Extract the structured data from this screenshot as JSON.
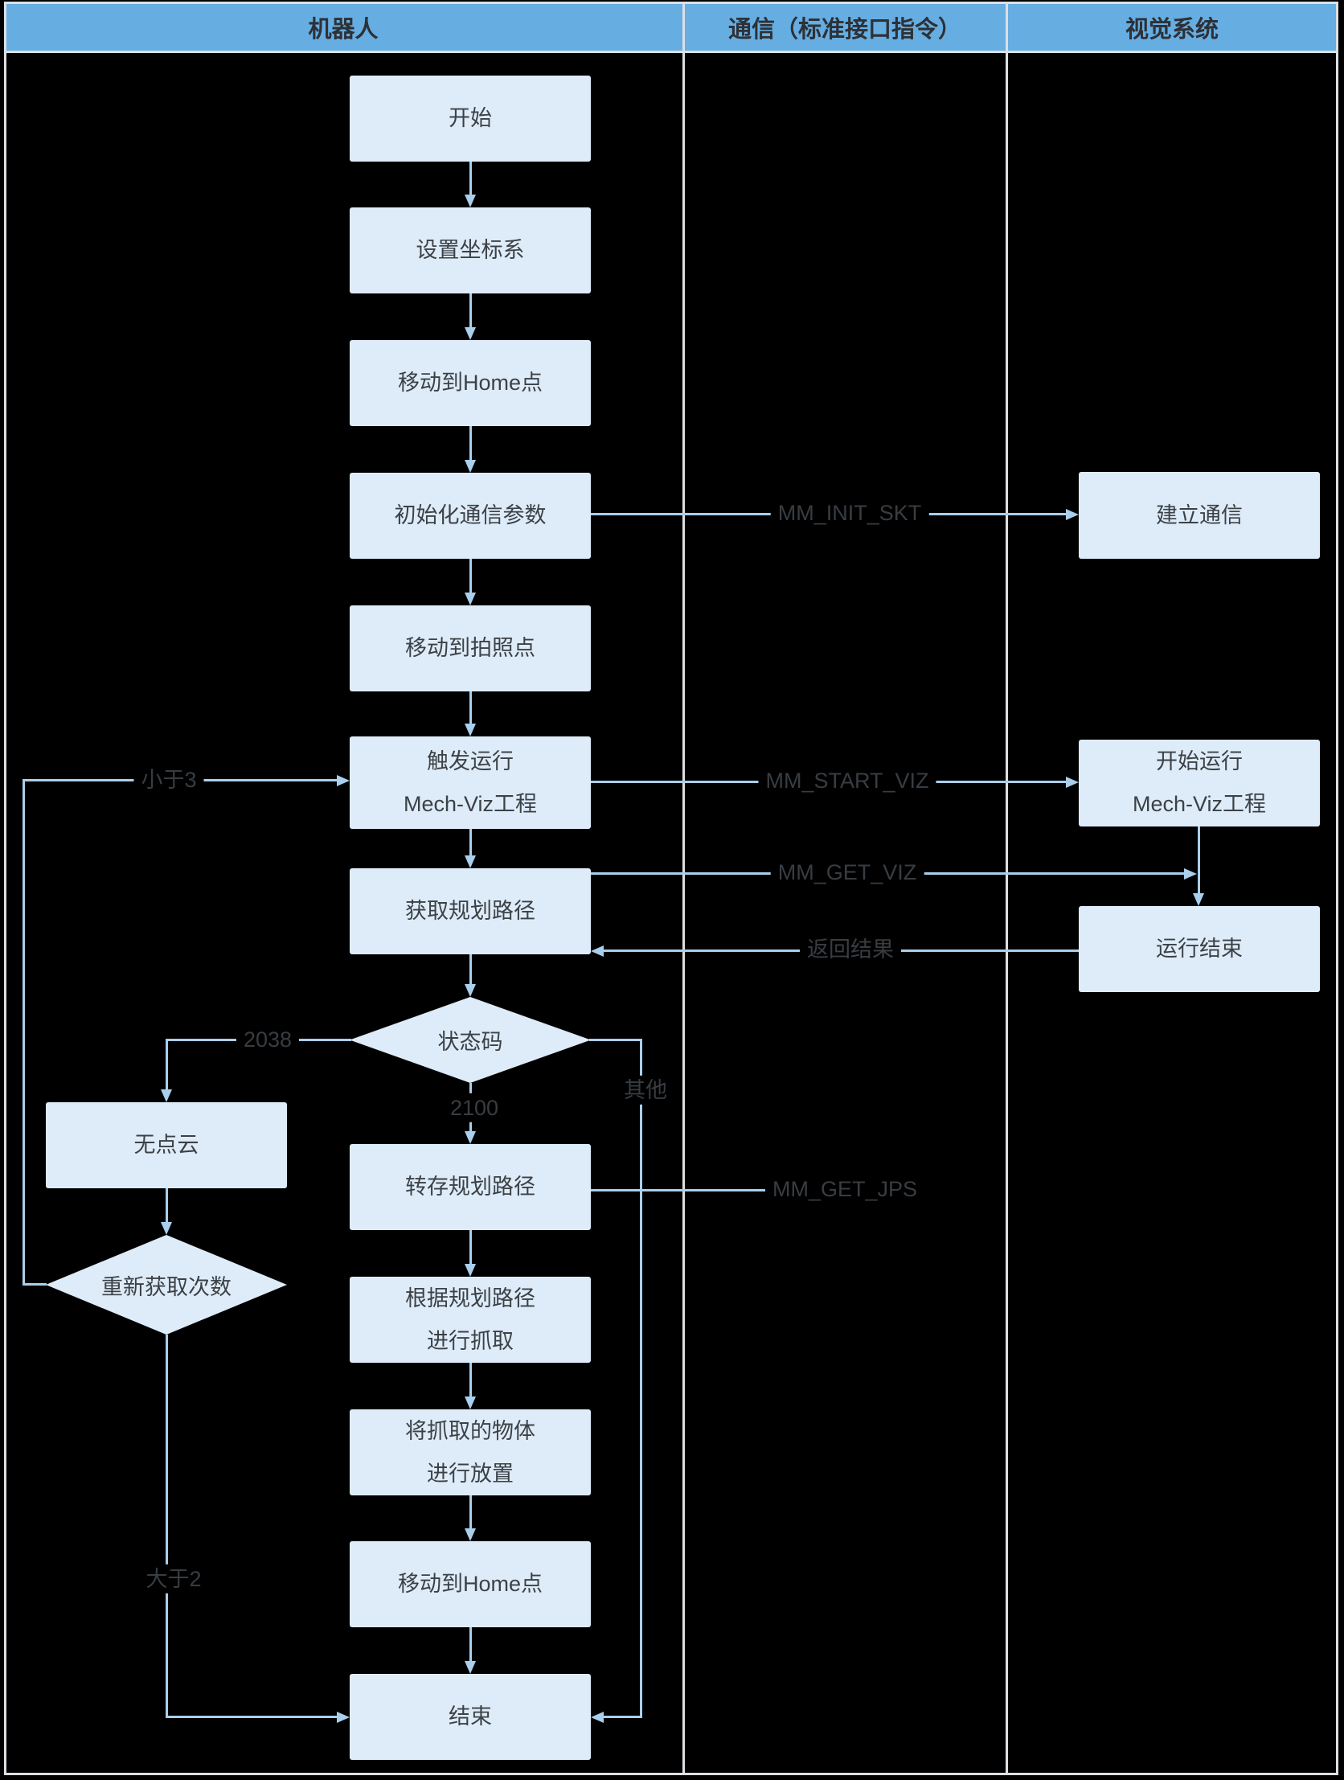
{
  "colors": {
    "header_blue": "#66ade2",
    "node_fill": "#deecf9",
    "line_blue": "#a9cfec",
    "divider_gray": "#dcdfe3",
    "text_dark": "#3c4146",
    "background": "#000000"
  },
  "header": {
    "lanes": [
      {
        "label": "机器人"
      },
      {
        "label": "通信（标准接口指令）"
      },
      {
        "label": "视觉系统"
      }
    ]
  },
  "nodes": {
    "start": "开始",
    "set_coordinate": "设置坐标系",
    "move_home_1": "移动到Home点",
    "init_comm": "初始化通信参数",
    "move_photo_point": "移动到拍照点",
    "trigger_viz": "触发运行\nMech-Viz工程",
    "get_planned_path": "获取规划路径",
    "status_code": "状态码",
    "no_point_cloud": "无点云",
    "retry_count": "重新获取次数",
    "save_planned_path": "转存规划路径",
    "pick_by_path": "根据规划路径\n进行抓取",
    "place_object": "将抓取的物体\n进行放置",
    "move_home_2": "移动到Home点",
    "end": "结束",
    "establish_comm": "建立通信",
    "start_viz": "开始运行\nMech-Viz工程",
    "run_finished": "运行结束"
  },
  "edge_labels": {
    "mm_init_skt": "MM_INIT_SKT",
    "mm_start_viz": "MM_START_VIZ",
    "mm_get_viz": "MM_GET_VIZ",
    "return_result": "返回结果",
    "mm_get_jps": "MM_GET_JPS",
    "code_2038": "2038",
    "code_2100": "2100",
    "other": "其他",
    "less_than_3": "小于3",
    "greater_than_2": "大于2"
  }
}
